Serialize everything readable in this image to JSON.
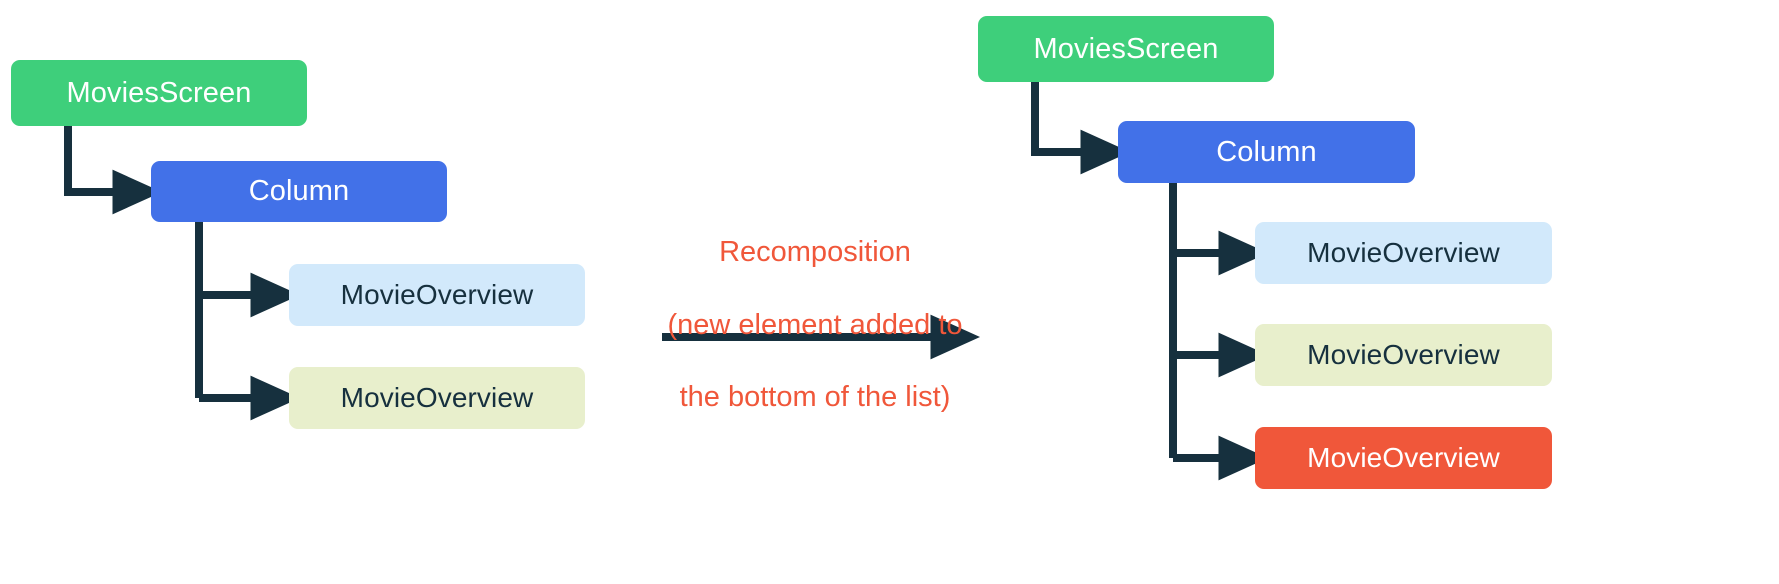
{
  "diagram": {
    "title_text": "",
    "colors": {
      "green": "#3ECF7B",
      "blue": "#4271E8",
      "light_blue": "#D2E9FB",
      "pale_yellow": "#E8EFCC",
      "orange": "#F0573A",
      "arrow": "#16303E",
      "background": "#FFFFFF"
    },
    "left_tree": {
      "name": "before-recomposition-tree",
      "nodes": [
        {
          "id": "left-movies-screen",
          "label": "MoviesScreen",
          "color": "green"
        },
        {
          "id": "left-column",
          "label": "Column",
          "color": "blue"
        },
        {
          "id": "left-movie-overview-1",
          "label": "MovieOverview",
          "color": "light_blue"
        },
        {
          "id": "left-movie-overview-2",
          "label": "MovieOverview",
          "color": "pale_yellow"
        }
      ]
    },
    "transition": {
      "name": "recomposition-transition",
      "line1": "Recomposition",
      "line2": "(new element added to",
      "line3": "the bottom of the list)",
      "full_text": "Recomposition\n(new element added to\nthe bottom of the list)"
    },
    "right_tree": {
      "name": "after-recomposition-tree",
      "nodes": [
        {
          "id": "right-movies-screen",
          "label": "MoviesScreen",
          "color": "green"
        },
        {
          "id": "right-column",
          "label": "Column",
          "color": "blue"
        },
        {
          "id": "right-movie-overview-1",
          "label": "MovieOverview",
          "color": "light_blue"
        },
        {
          "id": "right-movie-overview-2",
          "label": "MovieOverview",
          "color": "pale_yellow"
        },
        {
          "id": "right-movie-overview-3",
          "label": "MovieOverview",
          "color": "orange"
        }
      ]
    }
  }
}
